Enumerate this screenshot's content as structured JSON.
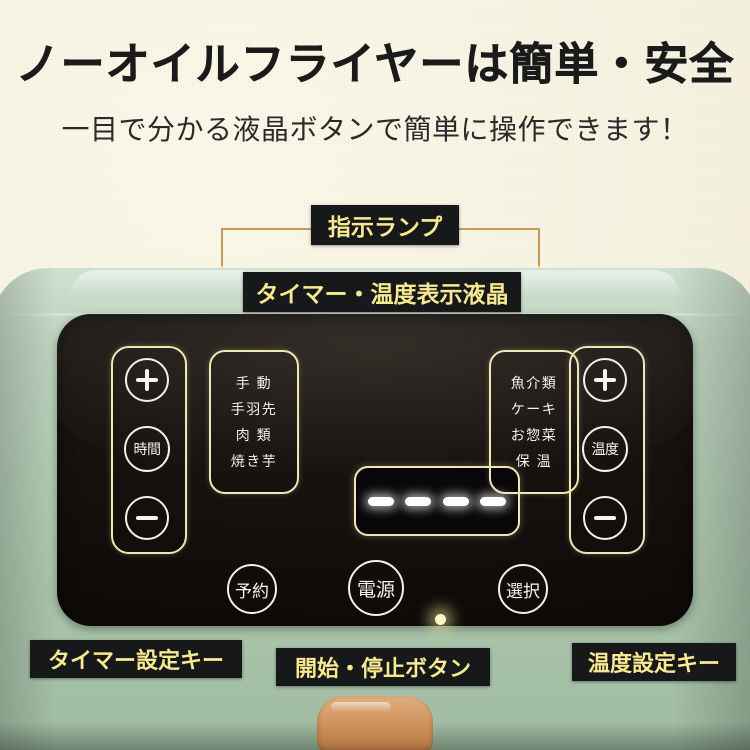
{
  "header": {
    "headline": "ノーオイルフライヤーは簡単・安全",
    "subhead": "一目で分かる液晶ボタンで簡単に操作できます！"
  },
  "callouts": {
    "indicator_lamp": "指示ランプ",
    "timer_temp_lcd": "タイマー・温度表示液晶",
    "timer_setting_key": "タイマー設定キー",
    "start_stop_button": "開始・停止ボタン",
    "temp_setting_key": "温度設定キー"
  },
  "panel": {
    "timer_group": {
      "plus": "＋",
      "label": "時間",
      "minus": "－"
    },
    "temp_group": {
      "plus": "＋",
      "label": "温度",
      "minus": "－"
    },
    "left_menu": [
      "手 動",
      "手羽先",
      "肉 類",
      "焼き芋"
    ],
    "right_menu": [
      "魚介類",
      "ケーキ",
      "お惣菜",
      "保 温"
    ],
    "reserve_button": "予約",
    "power_button": "電源",
    "select_button": "選択",
    "lcd_segments": [
      "-",
      "-",
      "-",
      "-"
    ]
  },
  "colors": {
    "background": "#f5f2e0",
    "body": "#b2cbb4",
    "panel": "#16110d",
    "accent_gold": "#efe28f",
    "chip_bg": "#16181a",
    "chip_text": "#f6e98f",
    "handle": "#d49a66",
    "line_tan": "#c79a59"
  }
}
